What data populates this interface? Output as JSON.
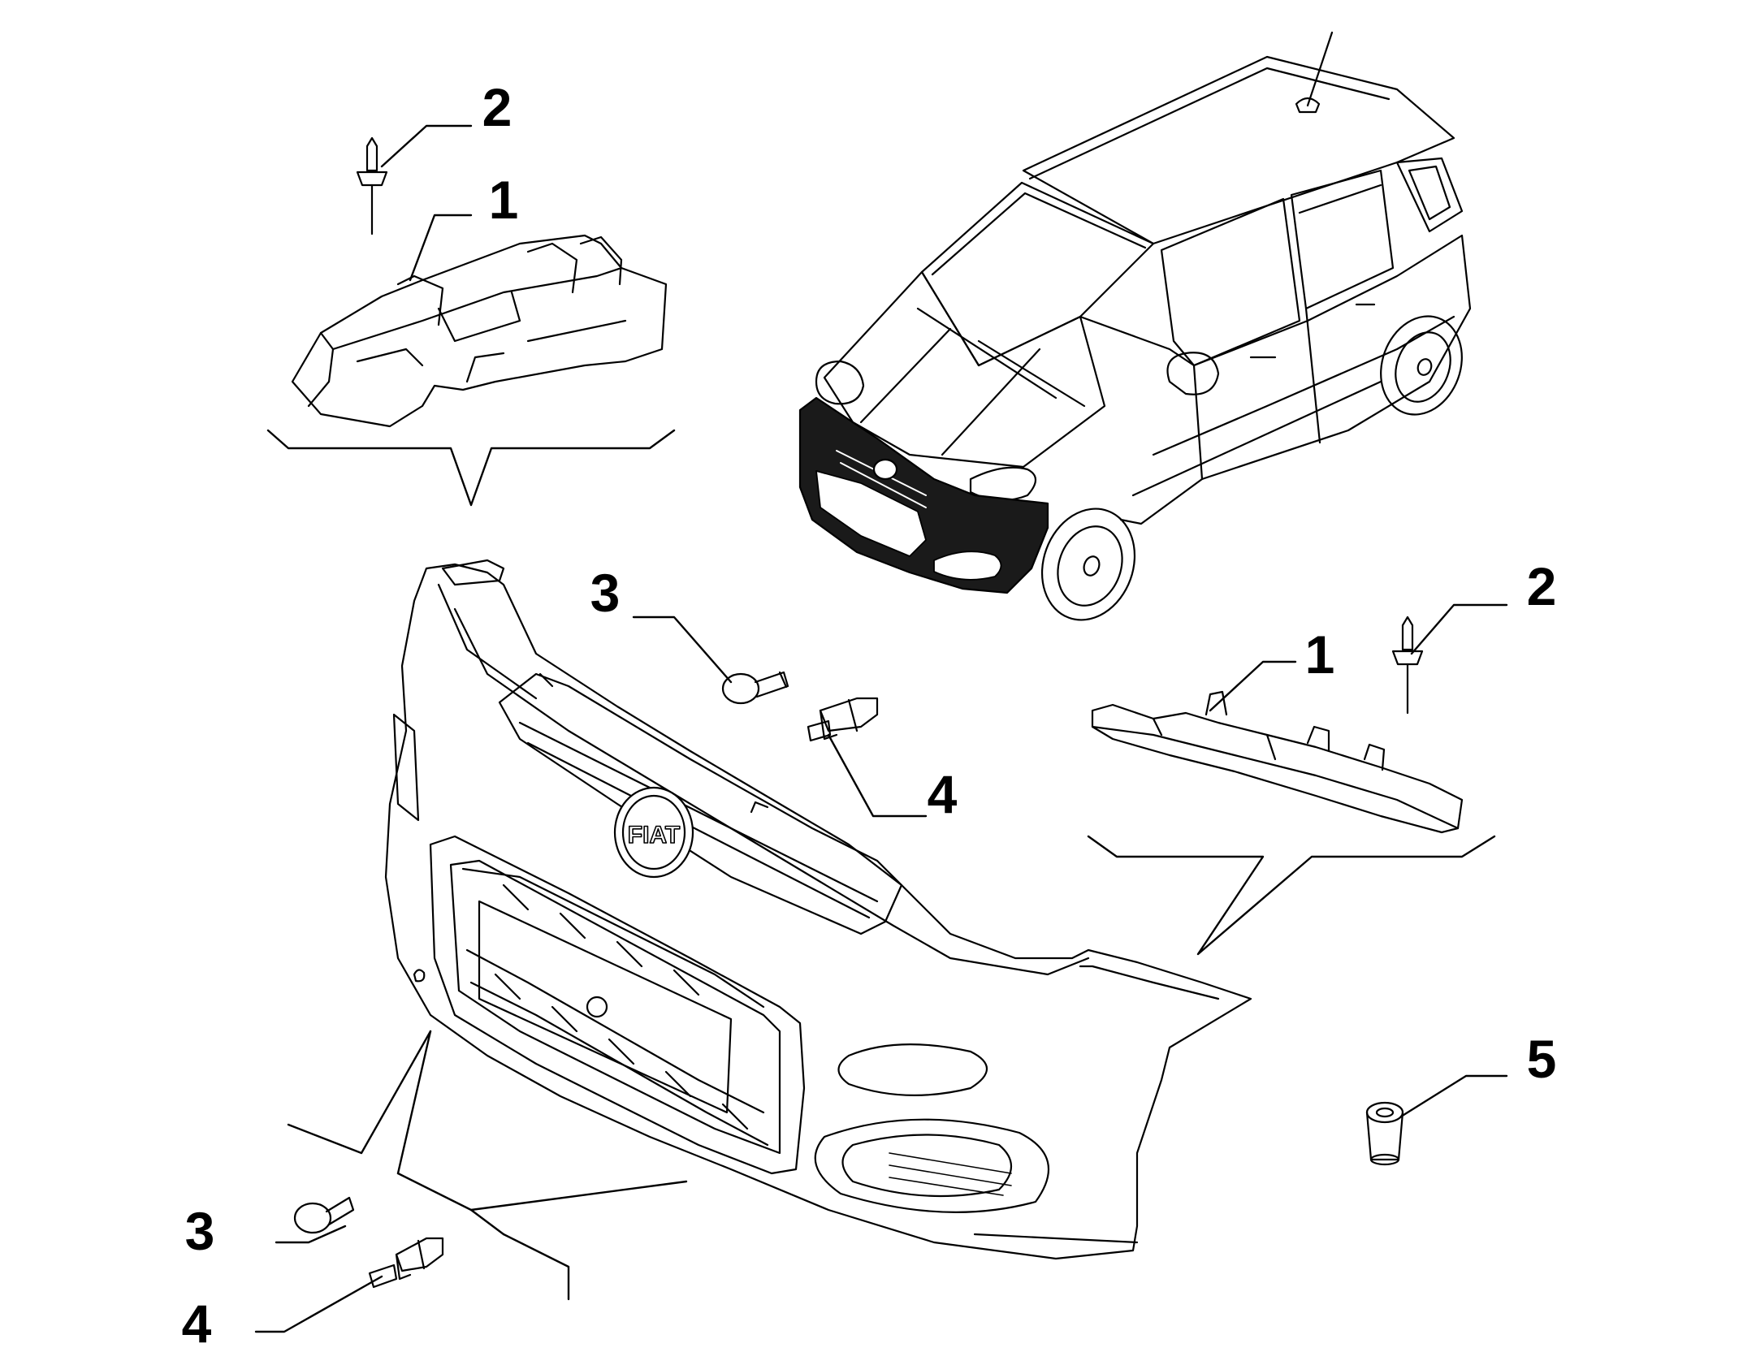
{
  "diagram": {
    "callouts": [
      {
        "id": "c-top-2",
        "label": "2"
      },
      {
        "id": "c-top-1",
        "label": "1"
      },
      {
        "id": "c-mid-3",
        "label": "3"
      },
      {
        "id": "c-mid-4",
        "label": "4"
      },
      {
        "id": "c-right-2",
        "label": "2"
      },
      {
        "id": "c-right-1",
        "label": "1"
      },
      {
        "id": "c-right-5",
        "label": "5"
      },
      {
        "id": "c-bot-3",
        "label": "3"
      },
      {
        "id": "c-bot-4",
        "label": "4"
      }
    ],
    "colors": {
      "line": "#000000",
      "highlight": "#1a1a1a",
      "background": "#ffffff"
    },
    "icons": {
      "vehicle": "car-front-three-quarter-icon",
      "badge": "fiat-badge-icon"
    },
    "badge_text": "FIAT"
  }
}
